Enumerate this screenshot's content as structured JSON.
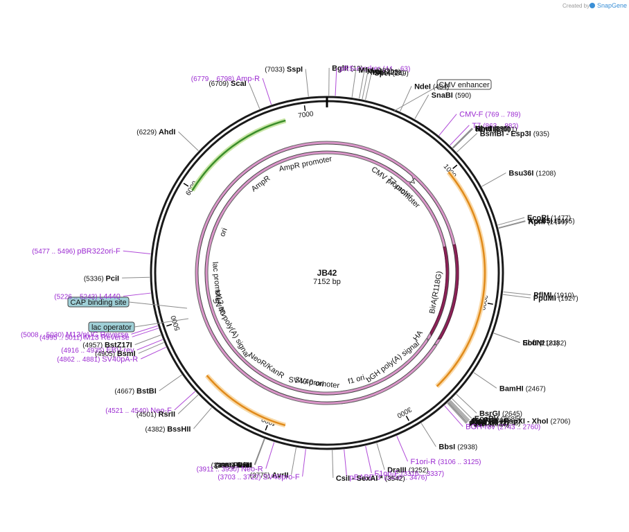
{
  "brand": {
    "created_by": "Created by",
    "name": "SnapGene"
  },
  "plasmid": {
    "name": "JB42",
    "size": "7152 bp",
    "length": 7152
  },
  "ticks": [
    {
      "label": "1000",
      "pos": 1000
    },
    {
      "label": "2000",
      "pos": 2000
    },
    {
      "label": "3000",
      "pos": 3000
    },
    {
      "label": "4000",
      "pos": 4000
    },
    {
      "label": "5000",
      "pos": 5000
    },
    {
      "label": "6000",
      "pos": 6000
    },
    {
      "label": "7000",
      "pos": 7000
    }
  ],
  "boxed_labels": [
    {
      "text": "CMV enhancer",
      "style": "white"
    },
    {
      "text": "CAP binding site",
      "style": "teal"
    },
    {
      "text": "lac operator",
      "style": "teal"
    }
  ],
  "features": [
    {
      "name": "AmpR promoter",
      "start": 6860,
      "end": 7000,
      "color": "#ffffff",
      "stroke": "#444",
      "dir": -1,
      "kind": "promoter"
    },
    {
      "name": "AmpR",
      "start": 6000,
      "end": 6850,
      "color": "#ccf5cc",
      "stroke": "#333",
      "dir": -1,
      "kind": "arrow"
    },
    {
      "name": "ori",
      "start": 5620,
      "end": 5960,
      "color": "#ffff00",
      "stroke": "#333",
      "dir": -1,
      "kind": "arrow"
    },
    {
      "name": "lac promoter",
      "start": 5100,
      "end": 5420,
      "color": "#ffffff",
      "stroke": "#444",
      "dir": -1,
      "kind": "promoter"
    },
    {
      "name": "M13 rev",
      "start": 5000,
      "end": 5090,
      "color": "#ffffff",
      "stroke": "#444",
      "dir": -1,
      "kind": "label"
    },
    {
      "name": "SV40 poly(A) signal",
      "start": 4650,
      "end": 4900,
      "color": "#ffffff",
      "stroke": "#444",
      "dir": -1,
      "kind": "label"
    },
    {
      "name": "NeoR/KanR",
      "start": 3950,
      "end": 4520,
      "color": "#ccf5cc",
      "stroke": "#333",
      "dir": -1,
      "kind": "arrow"
    },
    {
      "name": "SV40 promoter",
      "start": 3550,
      "end": 3870,
      "color": "#ffffff",
      "stroke": "#444",
      "dir": -1,
      "kind": "promoter"
    },
    {
      "name": "SV40 ori",
      "start": 3720,
      "end": 3800,
      "color": "#ffff00",
      "stroke": "#333",
      "dir": 0,
      "kind": "box"
    },
    {
      "name": "f1 ori",
      "start": 3090,
      "end": 3450,
      "color": "#ffff00",
      "stroke": "#333",
      "dir": -1,
      "kind": "arrow"
    },
    {
      "name": "bGH poly(A) signal",
      "start": 2740,
      "end": 2960,
      "color": "#a8a8a8",
      "stroke": "#666",
      "dir": 0,
      "kind": "box"
    },
    {
      "name": "HA",
      "start": 2450,
      "end": 2500,
      "color": "#d995c8",
      "stroke": "#666",
      "dir": 1,
      "kind": "arrow"
    },
    {
      "name": "BirA(R118G)",
      "start": 1540,
      "end": 2440,
      "color": "#8c2257",
      "stroke": "#5a1537",
      "dir": 1,
      "kind": "arrow"
    },
    {
      "name": "CMV promoter",
      "start": 600,
      "end": 830,
      "color": "#ffffff",
      "stroke": "#444",
      "dir": 1,
      "kind": "promoter"
    },
    {
      "name": "T7 promoter",
      "start": 850,
      "end": 880,
      "color": "#ffffff",
      "stroke": "#444",
      "dir": 1,
      "kind": "promoter"
    }
  ],
  "outer_features": [
    {
      "name": "CMV enhancer region",
      "start": 260,
      "end": 620,
      "kind": "line"
    },
    {
      "name": "green AmpR band",
      "start": 5990,
      "end": 6850,
      "color": "#3a8d2a",
      "halo": "#c8e6a6"
    },
    {
      "name": "orange BirA band",
      "start": 1000,
      "end": 2700,
      "color": "#e08a1a",
      "halo": "#fad9a8"
    },
    {
      "name": "green NeoR band",
      "start": 3950,
      "end": 4520,
      "color": "#3a8d2a",
      "halo": "#c8e6a6"
    },
    {
      "name": "orange SV40 band",
      "start": 3880,
      "end": 4560,
      "color": "#e08a1a",
      "halo": "#fad9a8"
    }
  ],
  "labels_right": [
    {
      "name": "BglII",
      "pos": "(12)",
      "side": "left"
    },
    {
      "name": "pRS-marker",
      "pos": "(44 .. 63)",
      "purple": true
    },
    {
      "name": "MfeI",
      "pos": "(161)"
    },
    {
      "name": "NruI",
      "pos": "(208)"
    },
    {
      "name": "MluI",
      "pos": "(228)"
    },
    {
      "name": "SpeI",
      "pos": "(249)"
    },
    {
      "name": "NdeI",
      "pos": "(484)"
    },
    {
      "name": "SnaBI",
      "pos": "(590)"
    },
    {
      "name": "CMV-F",
      "pos": "(769 .. 789)",
      "purple": true
    },
    {
      "name": "T7",
      "pos": "(863 .. 882)",
      "purple": true
    },
    {
      "name": "NheI",
      "pos": "(895)"
    },
    {
      "name": "BmtI",
      "pos": "(899)"
    },
    {
      "name": "HindIII",
      "pos": "(901)"
    },
    {
      "name": "BsmBI - Esp3I",
      "pos": "(935)"
    },
    {
      "name": "Bsu36I",
      "pos": "(1208)"
    },
    {
      "name": "EcoRI",
      "pos": "(1477)"
    },
    {
      "name": "Acc65I",
      "pos": "(1495)"
    },
    {
      "name": "KpnI",
      "pos": "(1499)"
    },
    {
      "name": "PflMI",
      "pos": "(1910)"
    },
    {
      "name": "PpuMI",
      "pos": "(1927)"
    },
    {
      "name": "EcoNI",
      "pos": "(2182)"
    },
    {
      "name": "SbfI",
      "pos": "(2183)"
    },
    {
      "name": "BamHI",
      "pos": "(2467)"
    },
    {
      "name": "BsrGI",
      "pos": "(2645)"
    },
    {
      "name": "EcoRV",
      "pos": "(2685)"
    },
    {
      "name": "NotI",
      "pos": "(2700)"
    },
    {
      "name": "PaeR7I - PspXI - XhoI",
      "pos": "(2706)"
    },
    {
      "name": "XbaI",
      "pos": "(2712)"
    },
    {
      "name": "PspOMI",
      "pos": "(2718)"
    },
    {
      "name": "ApaI",
      "pos": "(2722)"
    },
    {
      "name": "PmeI",
      "pos": "(2727)"
    },
    {
      "name": "BGH-rev",
      "pos": "(2743 .. 2760)",
      "purple": true
    },
    {
      "name": "BbsI",
      "pos": "(2938)"
    },
    {
      "name": "F1ori-R",
      "pos": "(3106 .. 3125)",
      "purple": true
    },
    {
      "name": "DraIII",
      "pos": "(3252)"
    },
    {
      "name": "F1ori-F",
      "pos": "(3316 .. 3337)",
      "purple": true
    },
    {
      "name": "pBABE 3'",
      "pos": "(3456 .. 3476)",
      "purple": true
    },
    {
      "name": "CsiI - SexAI *",
      "pos": "(3542)"
    }
  ],
  "labels_left": [
    {
      "name": "SspI",
      "pos": "(7033)"
    },
    {
      "name": "Amp-R",
      "pos": "(6779 .. 6798)",
      "purple": true
    },
    {
      "name": "ScaI",
      "pos": "(6709)"
    },
    {
      "name": "AhdI",
      "pos": "(6229)"
    },
    {
      "name": "pBR322ori-F",
      "pos": "(5477 .. 5496)",
      "purple": true
    },
    {
      "name": "PciI",
      "pos": "(5336)"
    },
    {
      "name": "L4440",
      "pos": "(5226 .. 5243)",
      "purple": true
    },
    {
      "name": "M13/pUC Reverse",
      "pos": "(5008 .. 5030)",
      "purple": true
    },
    {
      "name": "M13 Reverse",
      "pos": "(4995 .. 5011)",
      "purple": true
    },
    {
      "name": "BstZ17I",
      "pos": "(4957)"
    },
    {
      "name": "EBV-rev",
      "pos": "(4916 .. 4935)",
      "purple": true
    },
    {
      "name": "BsmI",
      "pos": "(4905)"
    },
    {
      "name": "SV40pA-R",
      "pos": "(4862 .. 4881)",
      "purple": true
    },
    {
      "name": "BstBI",
      "pos": "(4667)"
    },
    {
      "name": "Neo-F",
      "pos": "(4521 .. 4540)",
      "purple": true
    },
    {
      "name": "RsrII",
      "pos": "(4501)"
    },
    {
      "name": "BssHII",
      "pos": "(4382)"
    },
    {
      "name": "PluTI",
      "pos": "(3988)"
    },
    {
      "name": "SfoI",
      "pos": "(3986)"
    },
    {
      "name": "NarI",
      "pos": "(3985)"
    },
    {
      "name": "KasI",
      "pos": "(3984)"
    },
    {
      "name": "Neo-R",
      "pos": "(3911 .. 3930)",
      "purple": true
    },
    {
      "name": "AvrII",
      "pos": "(3775)"
    },
    {
      "name": "SV40pro-F",
      "pos": "(3703 .. 3722)",
      "purple": true
    }
  ]
}
